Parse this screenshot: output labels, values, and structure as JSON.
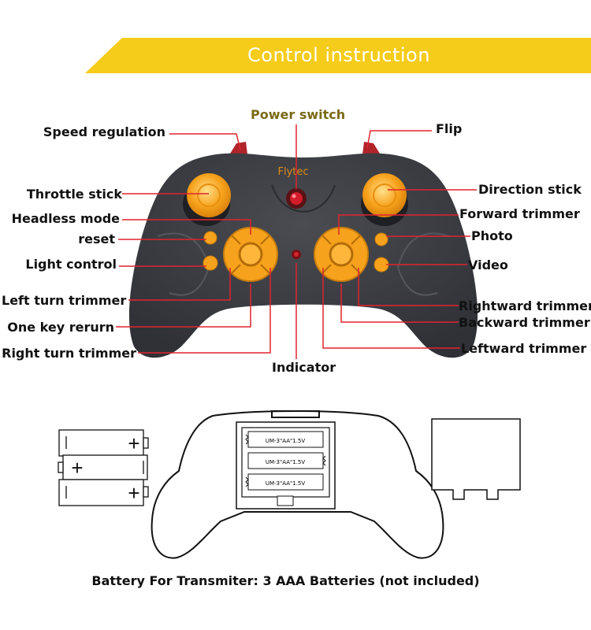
{
  "banner": {
    "title": "Control instruction",
    "color": "#f5cc1a"
  },
  "controller": {
    "brand": "Flytec"
  },
  "labels": {
    "speed_regulation": "Speed regulation",
    "power_switch": "Power switch",
    "flip": "Flip",
    "throttle_stick": "Throttle stick",
    "direction_stick": "Direction stick",
    "headless_mode": "Headless mode",
    "forward_trimmer": "Forward trimmer",
    "reset": "reset",
    "photo": "Photo",
    "light_control": "Light control",
    "video": "Video",
    "left_turn_trimmer": "Left turn trimmer",
    "rightward_trimmer": "Rightward trimmer",
    "one_key_return": "One key rerurn",
    "backward_trimmer": "Backward trimmer",
    "right_turn_trimmer": "Right turn trimmer",
    "leftward_trimmer": "Leftward trimmer",
    "indicator": "Indicator"
  },
  "battery": {
    "cell_label": "UM-3\"AA\"1.5V",
    "caption": "Battery For Transmiter: 3 AAA Batteries (not included)"
  },
  "colors": {
    "callout_line": "#e0242f",
    "button_orange": "#f7a21c",
    "body_gray": "#3b3d42"
  }
}
